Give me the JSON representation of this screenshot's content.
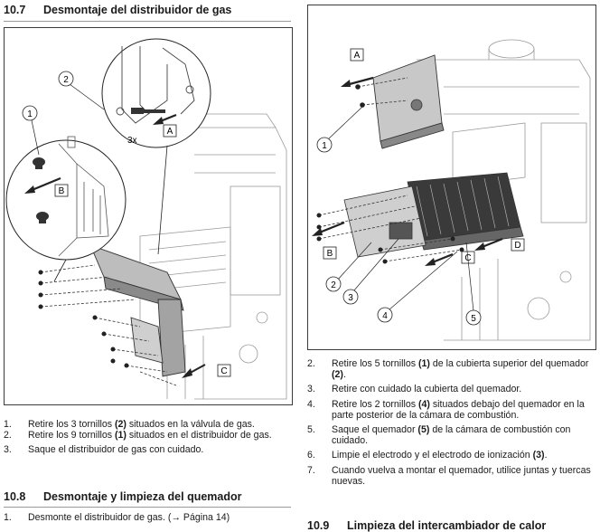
{
  "section_10_7": {
    "number": "10.7",
    "title": "Desmontaje del distribuidor de gas",
    "figure_labels": {
      "callout_1": "1",
      "callout_2": "2",
      "count": "3x",
      "letter_a": "A",
      "letter_b": "B",
      "letter_c": "C"
    },
    "steps": [
      {
        "n": "1.",
        "pre": "Retire los 3 tornillos ",
        "ref": "(2)",
        "post": " situados en la válvula de gas."
      },
      {
        "n": "2.",
        "pre": "Retire los 9 tornillos ",
        "ref": "(1)",
        "post": " situados en el distribuidor de gas."
      },
      {
        "n": "3.",
        "pre": "Saque el distribuidor de gas con cuidado.",
        "ref": "",
        "post": ""
      }
    ]
  },
  "section_10_8": {
    "number": "10.8",
    "title": "Desmontaje y limpieza del quemador",
    "steps": [
      {
        "n": "1.",
        "pre": "Desmonte el distribuidor de gas. (→ Página 14)",
        "ref": "",
        "post": ""
      }
    ]
  },
  "right_figure_labels": {
    "callout_1": "1",
    "callout_2": "2",
    "callout_3": "3",
    "callout_4": "4",
    "callout_5": "5",
    "letter_a": "A",
    "letter_b": "B",
    "letter_c": "C",
    "letter_d": "D"
  },
  "right_steps": [
    {
      "n": "2.",
      "pre": "Retire los 5 tornillos ",
      "ref": "(1)",
      "mid": " de la cubierta superior del quemador ",
      "ref2": "(2)",
      "post": "."
    },
    {
      "n": "3.",
      "pre": "Retire con cuidado la cubierta del quemador.",
      "ref": "",
      "mid": "",
      "ref2": "",
      "post": ""
    },
    {
      "n": "4.",
      "pre": "Retire los 2 tornillos ",
      "ref": "(4)",
      "mid": " situados debajo del quemador en la parte posterior de la cámara de combustión.",
      "ref2": "",
      "post": ""
    },
    {
      "n": "5.",
      "pre": "Saque el quemador ",
      "ref": "(5)",
      "mid": " de la cámara de combustión con cuidado.",
      "ref2": "",
      "post": ""
    },
    {
      "n": "6.",
      "pre": "Limpie el electrodo y el electrodo de ionización ",
      "ref": "(3)",
      "mid": ".",
      "ref2": "",
      "post": ""
    },
    {
      "n": "7.",
      "pre": "Cuando vuelva a montar el quemador, utilice juntas y tuercas nuevas.",
      "ref": "",
      "mid": "",
      "ref2": "",
      "post": ""
    }
  ],
  "section_10_9": {
    "number": "10.9",
    "title": "Limpieza del intercambiador de calor"
  }
}
